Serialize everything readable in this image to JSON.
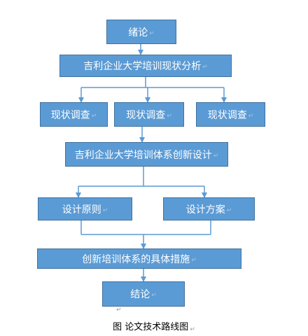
{
  "diagram": {
    "nodes": {
      "intro": "绪论",
      "analysis": "吉利企业大学培训现状分析",
      "survey_1": "现状调查",
      "survey_2": "现状调查",
      "survey_3": "现状调查",
      "innovation": "吉利企业大学培训体系创新设计",
      "principles": "设计原则",
      "plan": "设计方案",
      "measures": "创新培训体系的具体措施",
      "conclusion": "结论"
    },
    "caption": "图 论文技术路线图"
  },
  "colors": {
    "node_fill": "#5b9bd5",
    "node_border": "#41719c",
    "connector": "#5b9bd5",
    "text": "#ffffff"
  },
  "paragraph_mark": "↵"
}
